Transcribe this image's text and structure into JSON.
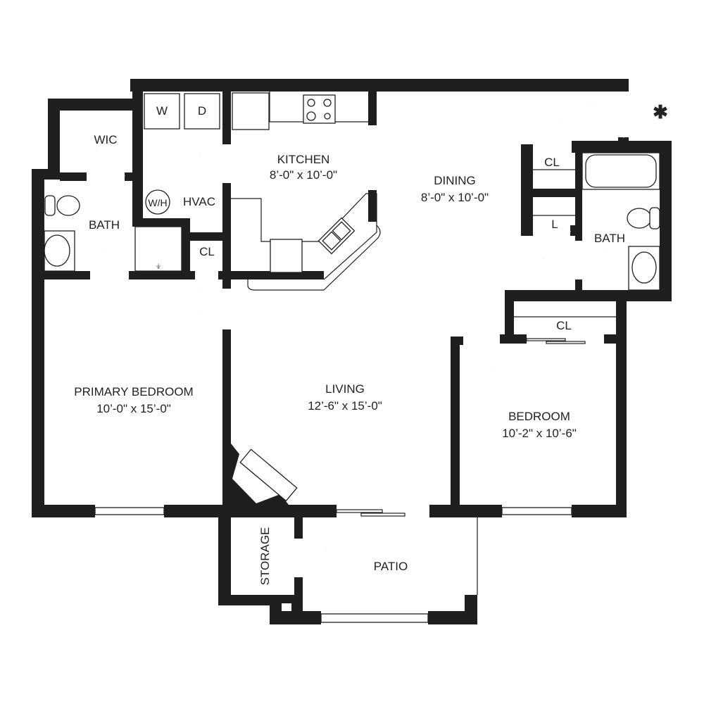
{
  "rooms": {
    "kitchen": {
      "name": "KITCHEN",
      "dims": "8’-0\" x 10’-0\""
    },
    "dining": {
      "name": "DINING",
      "dims": "8’-0\" x 10’-0\""
    },
    "primary_bedroom": {
      "name": "PRIMARY BEDROOM",
      "dims": "10’-0\" x 15’-0\""
    },
    "living": {
      "name": "LIVING",
      "dims": "12’-6\" x 15’-0\""
    },
    "bedroom": {
      "name": "BEDROOM",
      "dims": "10’-2\" x 10’-6\""
    },
    "patio": {
      "name": "PATIO"
    },
    "storage": {
      "name": "STORAGE"
    },
    "wic": {
      "name": "WIC"
    },
    "bath_primary": {
      "name": "BATH"
    },
    "bath_second": {
      "name": "BATH"
    },
    "hvac": {
      "name": "HVAC"
    },
    "cl_hvac": {
      "name": "CL"
    },
    "cl_hall": {
      "name": "CL"
    },
    "linen": {
      "name": "L"
    },
    "cl_bedroom": {
      "name": "CL"
    }
  },
  "appliances": {
    "washer": "W",
    "dryer": "D",
    "water_heater": "W/H"
  },
  "marker": "✱"
}
